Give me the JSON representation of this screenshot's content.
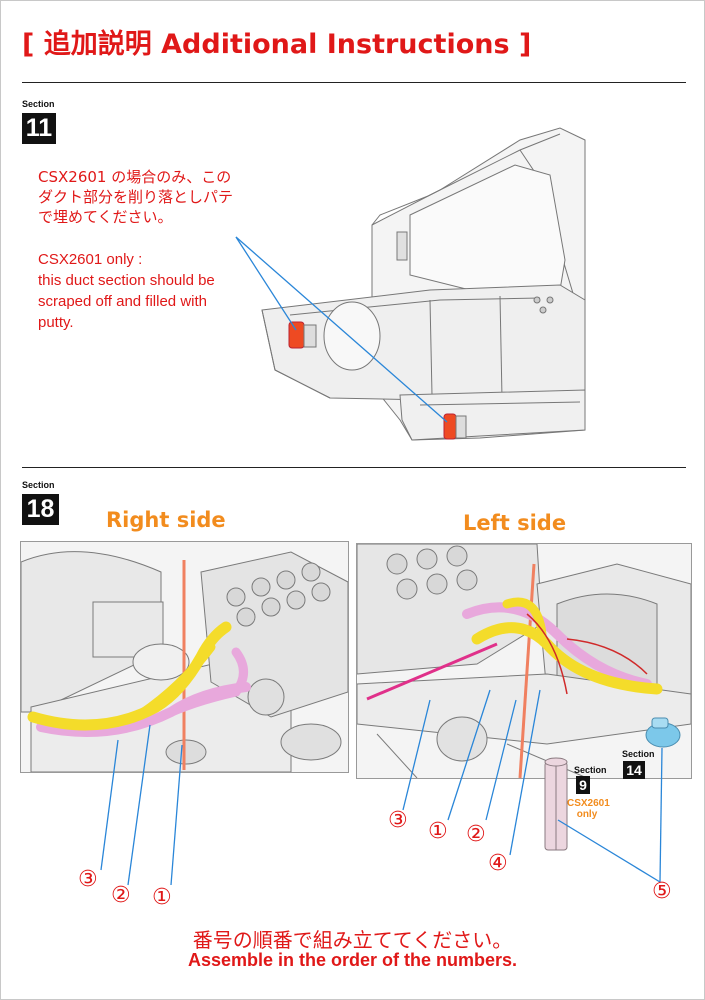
{
  "title": "[ 追加説明 Additional Instructions ]",
  "section_label": "Section",
  "section11": {
    "number": "11",
    "note_jp_line1": "CSX2601 の場合のみ、この",
    "note_jp_line2": "ダクト部分を削り落としパテ",
    "note_jp_line3": "で埋めてください。",
    "note_en_line1": "CSX2601 only :",
    "note_en_line2": "this duct section should be",
    "note_en_line3": "scraped off and filled with",
    "note_en_line4": "putty."
  },
  "section18": {
    "number": "18",
    "right_side": "Right side",
    "left_side": "Left side",
    "right_numbers": [
      "③",
      "②",
      "①"
    ],
    "left_numbers": [
      "③",
      "①",
      "②",
      "④",
      "⑤"
    ],
    "ref_section9": "9",
    "ref_section14": "14",
    "csx_only_line1": "CSX2601",
    "csx_only_line2": "only"
  },
  "footer": {
    "jp": "番号の順番で組み立ててください。",
    "en": "Assemble in the order of the numbers."
  },
  "colors": {
    "accent_red": "#e01818",
    "orange": "#f28c1e",
    "pipe_yellow": "#f4dc2a",
    "pipe_pink": "#e8a8dc",
    "leader_blue": "#2a86d8"
  }
}
